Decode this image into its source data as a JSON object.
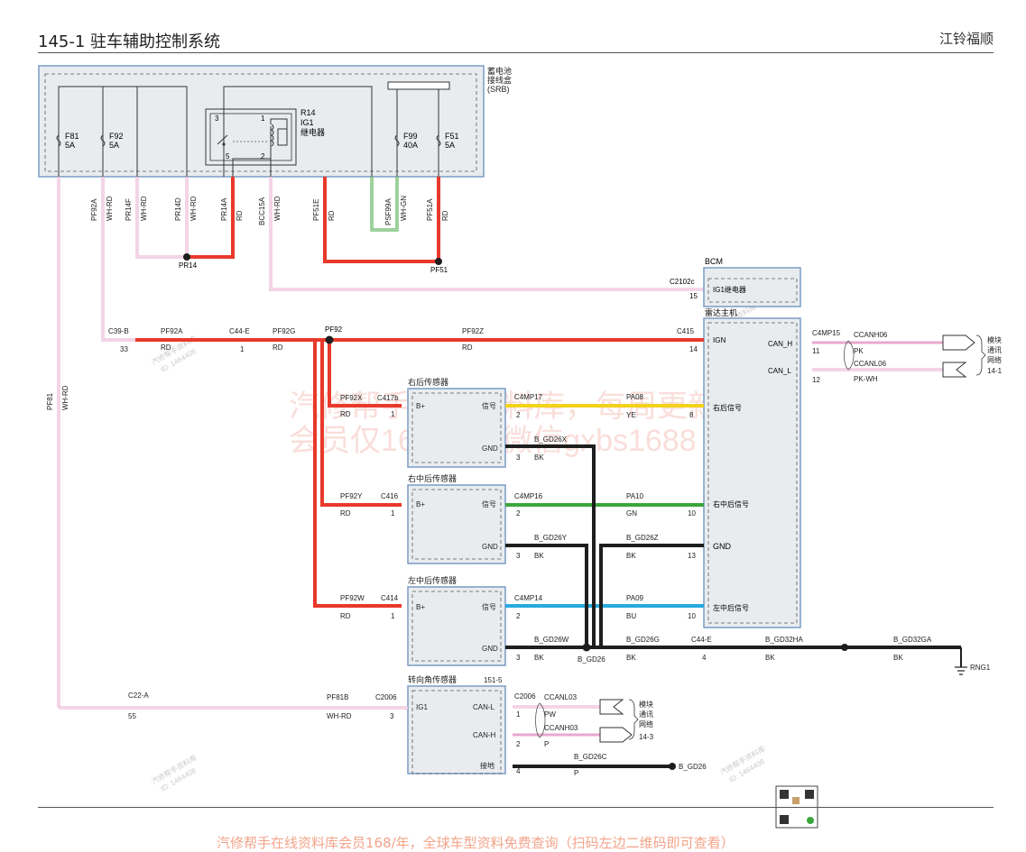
{
  "header": {
    "title": "145-1   驻车辅助控制系统",
    "brand": "江铃福顺"
  },
  "footer": {
    "note": "汽修帮手在线资料库会员168/年，全球车型资料免费查询（扫码左边二维码即可查看）"
  },
  "watermark": {
    "line1": "汽修帮手在线资料库，每周更新",
    "line2": "会员仅168/年，微信gxbs1688",
    "small_brand": "汽修帮手资料库",
    "small_id": "ID: 1464408"
  },
  "srb": {
    "label1": "蓄电池",
    "label2": "接线盒",
    "label3": "(SRB)"
  },
  "fuses": [
    {
      "name": "F81",
      "rating": "5A"
    },
    {
      "name": "F92",
      "rating": "5A"
    },
    {
      "name": "F99",
      "rating": "40A"
    },
    {
      "name": "F51",
      "rating": "5A"
    }
  ],
  "relay": {
    "name": "R14",
    "type": "IG1",
    "desc": "继电器",
    "pin1": "1",
    "pin2": "2",
    "pin3": "3",
    "pin5": "5"
  },
  "wire_labels": {
    "pf92a": "PF92A",
    "pf92a_color": "WH-RD",
    "pr14f": "PR14F",
    "pr14f_color": "WH-RD",
    "pr14d": "PR14D",
    "pr14d_color": "WH-RD",
    "pr14a": "PR14A",
    "pr14a_color": "RD",
    "bcc15a": "BCC15A",
    "bcc15a_color": "WH-RD",
    "pf51e": "PF51E",
    "pf51e_color": "RD",
    "psf99a": "PSF99A",
    "psf99a_color": "WH-GN",
    "pf51a": "PF51A",
    "pf51a_color": "RD",
    "pf81": "PF81",
    "pf81_color": "WH-RD",
    "pf92a_h": "PF92A",
    "rd": "RD",
    "pf92g": "PF92G",
    "pf92z": "PF92Z",
    "pf92x": "PF92X",
    "pf92y": "PF92Y",
    "pf92w": "PF92W",
    "pa08": "PA08",
    "ye": "YE",
    "pa10": "PA10",
    "gn": "GN",
    "pa09": "PA09",
    "bu": "BU",
    "b_gd26x": "B_GD26X",
    "b_gd26y": "B_GD26Y",
    "b_gd26z": "B_GD26Z",
    "b_gd26w": "B_GD26W",
    "b_gd26g": "B_GD26G",
    "b_gd26": "B_GD26",
    "b_gd32ha": "B_GD32HA",
    "b_gd32ga": "B_GD32GA",
    "bk": "BK",
    "pf81b": "PF81B",
    "wh_rd": "WH-RD",
    "ccanh06": "CCANH06",
    "pk": "PK",
    "ccanl06": "CCANL06",
    "pk_wh": "PK-WH",
    "ccanl03": "CCANL03",
    "pw": "PW",
    "ccanh03": "CCANH03",
    "p": "P",
    "b_gd26c": "B_GD26C"
  },
  "splices": {
    "pr14": "PR14",
    "pf51": "PF51",
    "pf92": "PF92",
    "b_gd26": "B_GD26",
    "ground": "RNG1"
  },
  "connectors": {
    "c39b": "C39-B",
    "c39b_pin": "33",
    "c44e": "C44-E",
    "c44e_pin": "1",
    "c415": "C415",
    "c415_pin": "14",
    "c2102c": "C2102c",
    "c2102c_pin": "15",
    "c417b": "C417b",
    "c416": "C416",
    "c414": "C414",
    "pin1": "1",
    "c4mp17": "C4MP17",
    "c4mp16": "C4MP16",
    "c4mp14": "C4MP14",
    "pin2": "2",
    "pin3": "3",
    "pin8": "8",
    "pin10": "10",
    "pin13": "13",
    "c4mp15": "C4MP15",
    "pin11": "11",
    "pin12": "12",
    "c44e_b": "C44-E",
    "c44e_b_pin": "4",
    "c22a": "C22-A",
    "c22a_pin": "55",
    "c2006": "C2006",
    "c2006_pin": "3",
    "c2006b": "C2006",
    "pin_1": "1",
    "pin_2": "2",
    "pin_4": "4"
  },
  "bcm": {
    "title": "BCM",
    "pin": "IG1继电器"
  },
  "radar": {
    "title": "雷达主机",
    "ign": "IGN",
    "can_h": "CAN_H",
    "can_l": "CAN_L",
    "rr_sig": "右后信号",
    "rm_sig": "右中后信号",
    "gnd": "GND",
    "lm_sig": "左中后信号"
  },
  "network": {
    "l1": "模块",
    "l2": "通讯",
    "l3": "网络",
    "ref1": "14-1",
    "ref2": "14-3"
  },
  "sensors": [
    {
      "title": "右后传感器",
      "bplus": "B+",
      "sig": "信号",
      "gnd": "GND"
    },
    {
      "title": "右中后传感器",
      "bplus": "B+",
      "sig": "信号",
      "gnd": "GND"
    },
    {
      "title": "左中后传感器",
      "bplus": "B+",
      "sig": "信号",
      "gnd": "GND"
    }
  ],
  "steer": {
    "title": "转向角传感器",
    "ref": "151-5",
    "ig1": "IG1",
    "canl": "CAN-L",
    "canh": "CAN-H",
    "gnd": "接地"
  },
  "colors": {
    "red": "#e8392b",
    "yellow": "#f2d21b",
    "green": "#3aa63a",
    "blue": "#27a9df",
    "black": "#1e1e1e",
    "pink": "#e9a8cf",
    "module_fill": "#e9ecef",
    "module_border": "#7a9cc6"
  }
}
